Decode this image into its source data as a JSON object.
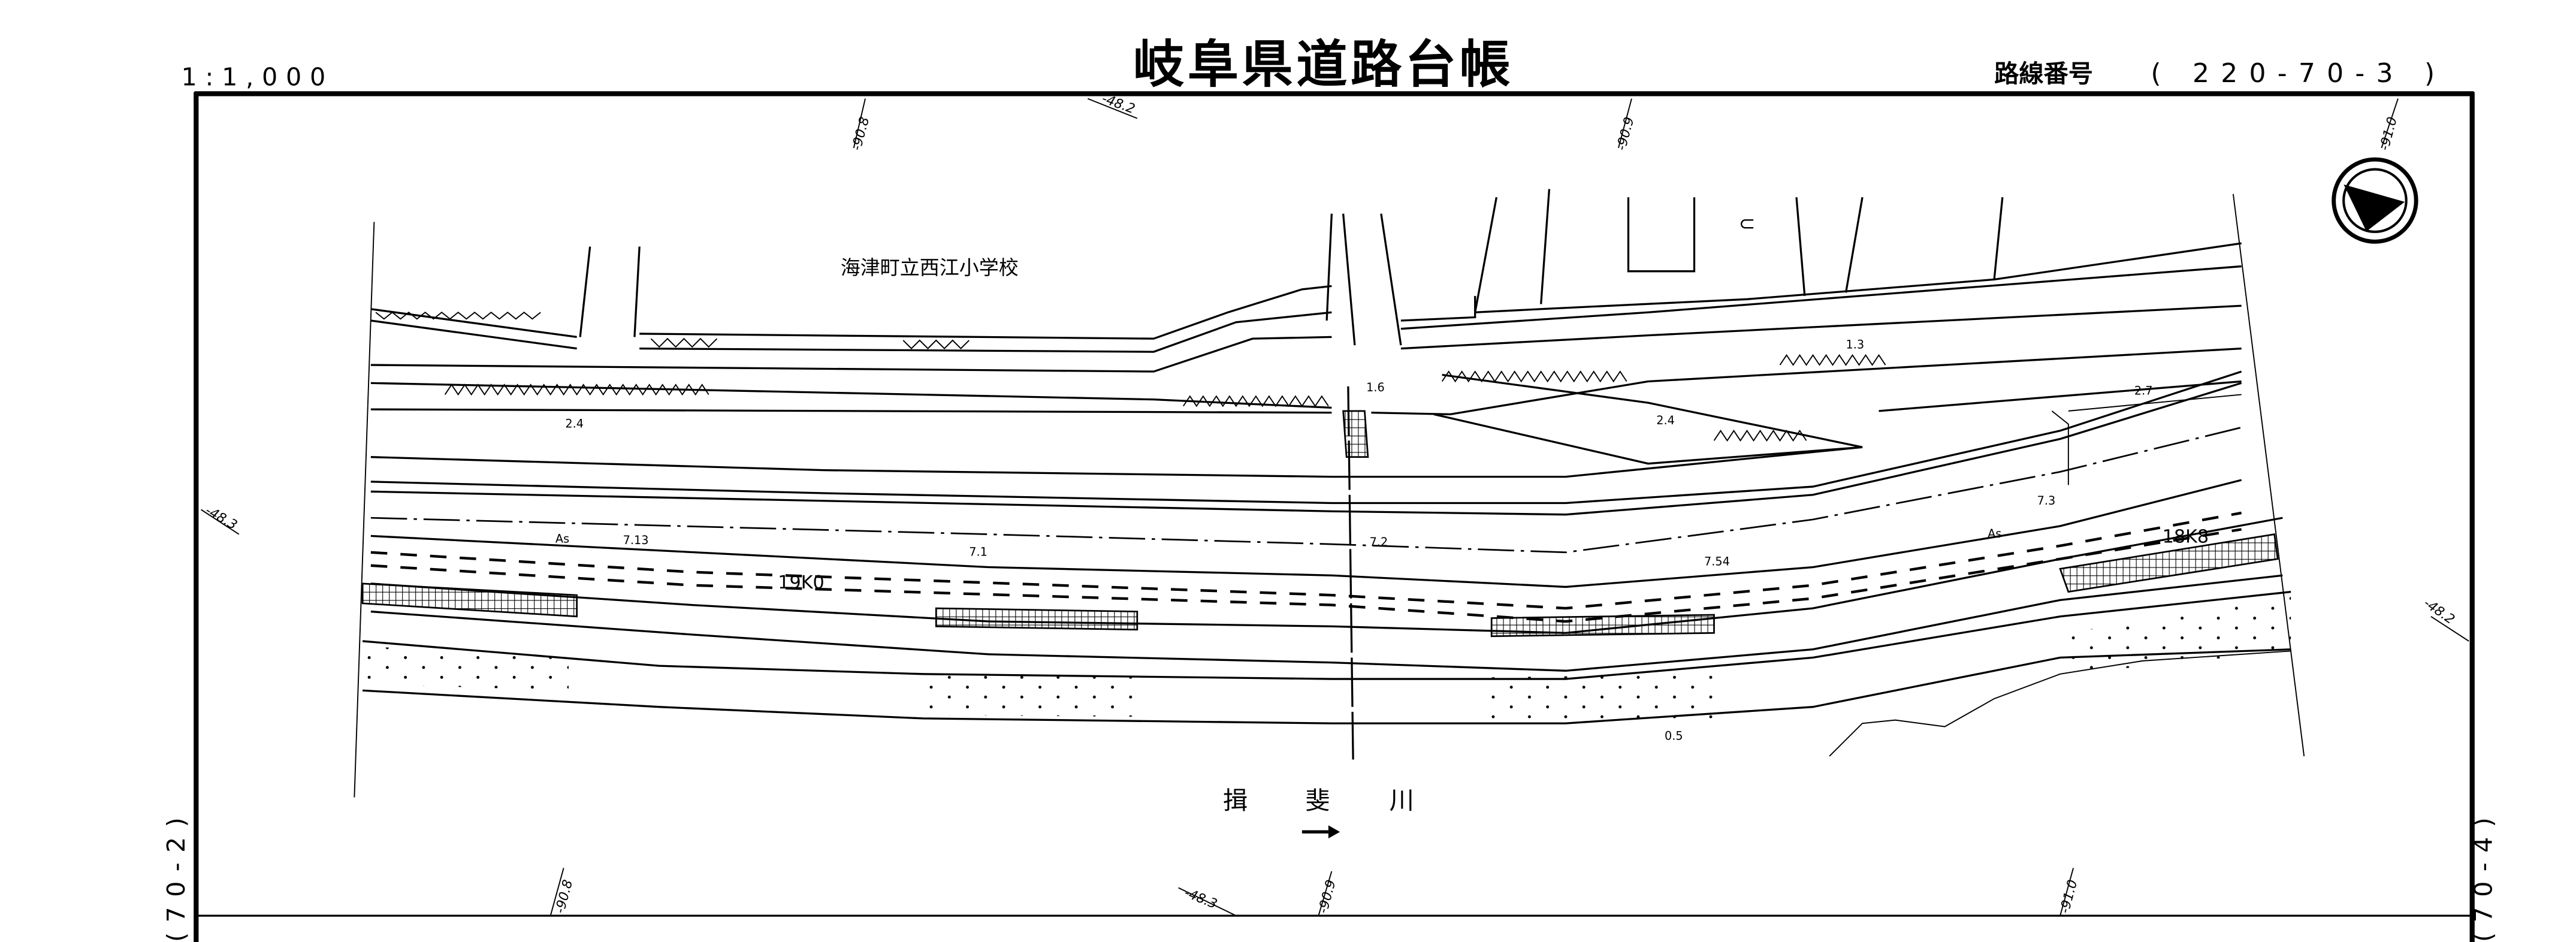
{
  "header": {
    "scale": "1:1,000",
    "title": "岐阜県道路台帳",
    "route_label": "路線番号",
    "route_number": "( 220-70-3 )"
  },
  "sheet_refs": {
    "left": "(70-2)",
    "right": "(70-4)"
  },
  "landmarks": {
    "school": "海津町立西江小学校",
    "river": [
      "揖",
      "斐",
      "川"
    ]
  },
  "stations": {
    "left": "19K0",
    "right": "18K8"
  },
  "measurements": {
    "w_2_4_left": "2.4",
    "w_2_4_right": "2.4",
    "w_1_6": "1.6",
    "w_1_3": "1.3",
    "w_2_7": "2.7",
    "w_7_3": "7.3",
    "w_7_13": "7.13",
    "w_7_1": "7.1",
    "w_7_2": "7.2",
    "w_7_54": "7.54",
    "w_0_5": "0.5",
    "surface_left": "As",
    "surface_right": "As"
  },
  "coordinates": {
    "top_1": "-90.8",
    "top_2": "-48.2",
    "top_3": "-90.9",
    "top_4": "-91.0",
    "left": "-48.3",
    "right": "-48.2",
    "bottom_1": "-90.8",
    "bottom_2": "-48.3",
    "bottom_3": "-90.9",
    "bottom_4": "-91.0"
  },
  "icons": {
    "north": "north-arrow-icon",
    "flow": "flow-direction-arrow-icon"
  }
}
